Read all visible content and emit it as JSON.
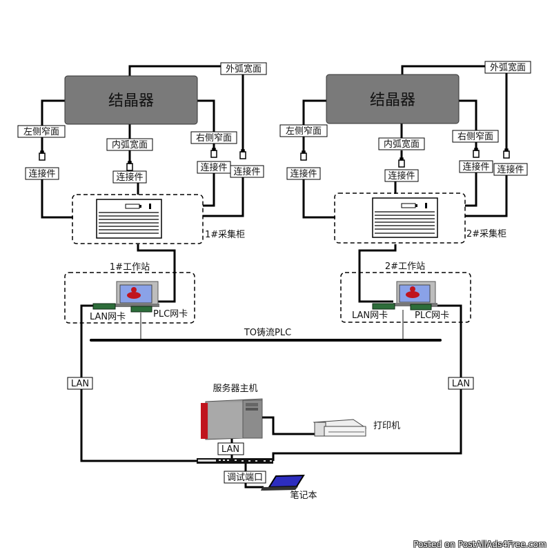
{
  "title": "结晶器 monitoring network diagram",
  "crystallizers": [
    {
      "label": "结晶器",
      "faces": {
        "left": "左侧窄面",
        "inner": "内弧宽面",
        "right": "右侧窄面",
        "outer": "外弧宽面"
      },
      "connector": "连接件",
      "cabinet": "1#采集柜",
      "workstation": "1#工作站",
      "lan_card": "LAN网卡",
      "plc_card": "PLC网卡"
    },
    {
      "label": "结晶器",
      "faces": {
        "left": "左侧窄面",
        "inner": "内弧宽面",
        "right": "右侧窄面",
        "outer": "外弧宽面"
      },
      "connector": "连接件",
      "cabinet": "2#采集柜",
      "workstation": "2#工作站",
      "lan_card": "LAN网卡",
      "plc_card": "PLC网卡"
    }
  ],
  "plc_bus": "TO铸流PLC",
  "lan_label": "LAN",
  "server": "服务器主机",
  "printer": "打印机",
  "debug_port": "调试端口",
  "laptop": "笔记本",
  "watermark": "Posted on PostAllAds4Free.com",
  "colors": {
    "crystallizer_fill": "#7a7a7a",
    "line": "#000000",
    "server_red": "#c0141e",
    "screen_blue": "#3a3acb"
  }
}
